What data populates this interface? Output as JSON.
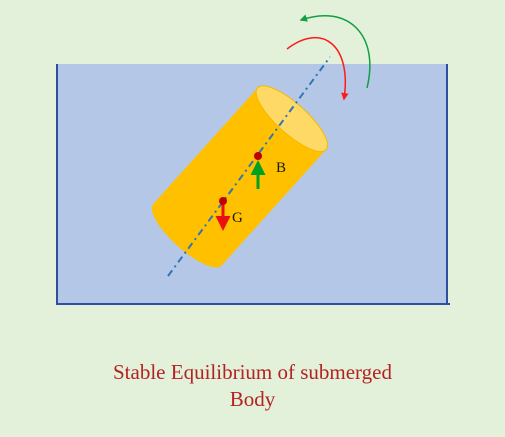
{
  "diagram": {
    "labels": {
      "buoyancy_point": "B",
      "gravity_point": "G"
    },
    "caption": {
      "line1": "Stable Equilibrium of submerged",
      "line2": "Body"
    },
    "colors": {
      "background": "#e3f1da",
      "fluid_fill": "#b4c7e7",
      "tank_border": "#2f4fa0",
      "body_fill": "#ffc000",
      "body_top": "#ffd966",
      "axis_line": "#2e75b6",
      "point_marker": "#c00000",
      "buoyancy_arrow": "#00a020",
      "gravity_arrow": "#e81010",
      "rotation_arrow_red": "#ff1a1a",
      "rotation_arrow_green": "#10a040",
      "caption_text": "#b22222"
    }
  }
}
